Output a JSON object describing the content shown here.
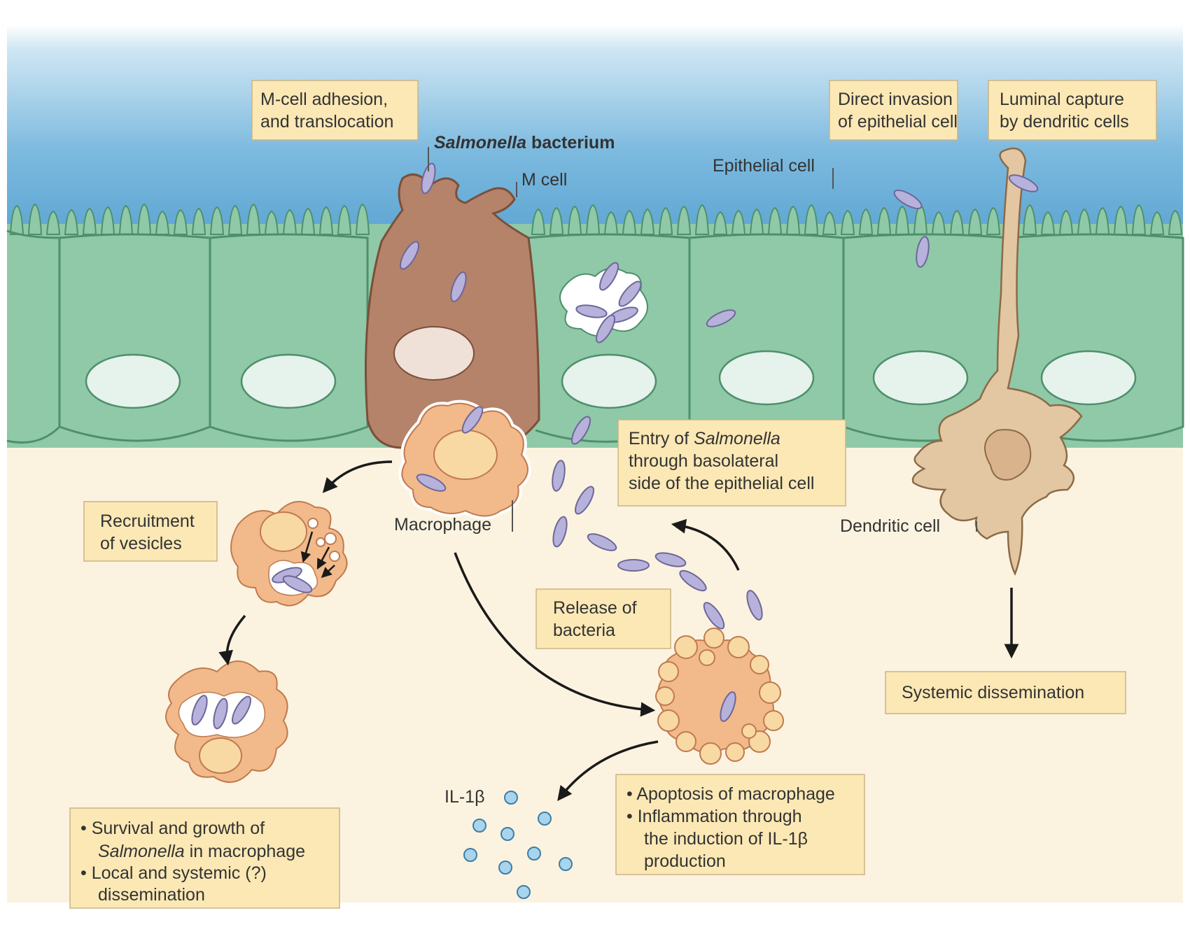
{
  "labels": {
    "m_cell_adhesion_1": "M-cell adhesion,",
    "m_cell_adhesion_2": "and translocation",
    "salmonella_italic": "Salmonella",
    "bacterium": " bacterium",
    "m_cell": "M cell",
    "epithelial_cell": "Epithelial cell",
    "direct_invasion_1": "Direct invasion",
    "direct_invasion_2": "of epithelial cell",
    "luminal_capture_1": "Luminal capture",
    "luminal_capture_2": "by dendritic cells",
    "entry_1a": "Entry of ",
    "entry_1b": "Salmonella",
    "entry_2": "through basolateral",
    "entry_3": "side of the epithelial cell",
    "macrophage": "Macrophage",
    "dendritic_cell": "Dendritic cell",
    "recruitment_1": "Recruitment",
    "recruitment_2": "of vesicles",
    "release_1": "Release of",
    "release_2": "bacteria",
    "systemic": "Systemic dissemination",
    "il1b": "IL-1β",
    "survival_1": "• Survival and growth of",
    "survival_2a": "Salmonella",
    "survival_2b": " in macrophage",
    "survival_3": "• Local and systemic (?)",
    "survival_4": "dissemination",
    "apoptosis_1": "• Apoptosis of macrophage",
    "apoptosis_2": "• Inflammation through",
    "apoptosis_3": "the induction of IL-1β",
    "apoptosis_4": "production"
  },
  "colors": {
    "lumen_top": "#6fb3da",
    "lumen_bottom": "#e6f2f8",
    "epithelium": "#8fc9a7",
    "epithelium_stroke": "#4f8f6b",
    "m_cell": "#b5826a",
    "macrophage": "#f2b98a",
    "dendritic": "#e3c6a2",
    "bacterium": "#b7b2dc",
    "tissue": "#fbf3df",
    "box": "#fbe8b5"
  }
}
